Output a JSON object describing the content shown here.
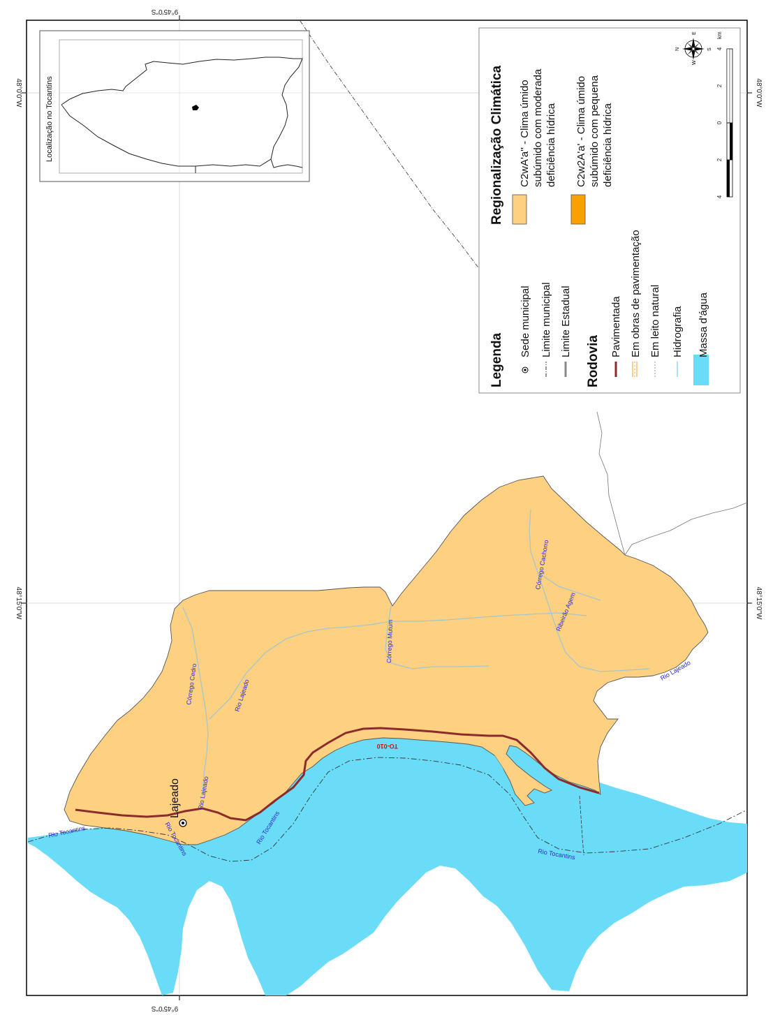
{
  "graticule": {
    "lat_top": "9°45'0\"S",
    "lat_bottom": "9°45'0\"S",
    "lon_48_00_left": "48°0'0\"W",
    "lon_48_15_left": "48°15'0\"W",
    "lon_48_00_right": "48°0'0\"W",
    "lon_48_15_right": "48°15'0\"W"
  },
  "locator": {
    "title": "Localização no Tocantins"
  },
  "legend": {
    "title": "Legenda",
    "items": [
      {
        "label": "Sede municipal"
      },
      {
        "label": "Limite municipal"
      },
      {
        "label": "Limite Estadual"
      }
    ],
    "road_title": "Rodovia",
    "road_items": [
      {
        "label": "Pavimentada"
      },
      {
        "label": "Em obras de pavimentação"
      },
      {
        "label": "Em leito natural"
      }
    ],
    "water_items": [
      {
        "label": "Hidrografia"
      },
      {
        "label": "Massa d'água"
      }
    ]
  },
  "climate": {
    "title": "Regionalização Climática",
    "classes": [
      {
        "label_lines": [
          "C2wA'a'' - Clima úmido",
          "subúmido com  moderada",
          "deficiência hídrica"
        ],
        "color": "#fdd082"
      },
      {
        "label_lines": [
          "C2w2A'a' - Clima úmido",
          "subúmido com pequena",
          "deficiência hídrica"
        ],
        "color": "#f9a100"
      }
    ]
  },
  "scale": {
    "unit": "km",
    "ticks": [
      "4",
      "2",
      "0",
      "2",
      "4"
    ]
  },
  "compass": {
    "n": "N",
    "s": "S",
    "e": "E",
    "w": "W"
  },
  "places": {
    "town": "Lajeado",
    "road": "TO-010",
    "rivers": [
      "Rio Tocantins",
      "Rio Tocantins",
      "Rio Tocantins",
      "Rio Tocantins",
      "Rio Lajeado",
      "Rio  Lajeado",
      "Rio Lajeado",
      "Córrego Cedro",
      "Córrego Mutum",
      "Córrego Cachorro",
      "Ribeirão Agem"
    ]
  },
  "colors": {
    "land": "#fdd082",
    "land_alt": "#f9a100",
    "water": "#6bdcf7",
    "road": "#8b2b2b",
    "river_line": "#a9c6c9",
    "river_label": "#2a2acc"
  }
}
